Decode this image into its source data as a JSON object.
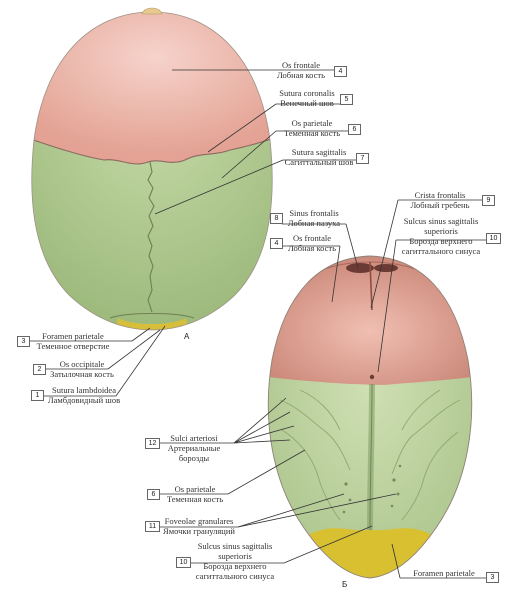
{
  "view_a": {
    "letter": "А",
    "labels": [
      {
        "num": "4",
        "latin": "Os frontale",
        "russian": "Лобная кость"
      },
      {
        "num": "5",
        "latin": "Sutura coronalis",
        "russian": "Венечный шов"
      },
      {
        "num": "6",
        "latin": "Os parietale",
        "russian": "Теменная кость"
      },
      {
        "num": "7",
        "latin": "Sutura sagittalis",
        "russian": "Сагиттальный шов"
      },
      {
        "num": "3",
        "latin": "Foramen parietale",
        "russian": "Теменное отверстие"
      },
      {
        "num": "2",
        "latin": "Os occipitale",
        "russian": "Затылочная кость"
      },
      {
        "num": "1",
        "latin": "Sutura lambdoidea",
        "russian": "Ламбдовидный шов"
      }
    ]
  },
  "view_b": {
    "letter": "Б",
    "labels": [
      {
        "num": "8",
        "latin": "Sinus frontalis",
        "russian": "Лобная пазуха"
      },
      {
        "num": "4",
        "latin": "Os frontale",
        "russian": "Лобная кость"
      },
      {
        "num": "9",
        "latin": "Crista frontalis",
        "russian": "Лобный гребень"
      },
      {
        "num": "10",
        "latin": "Sulcus sinus sagittalis superioris",
        "russian": "Борозда верхнего сагиттального синуса",
        "latin_lines": [
          "Sulcus sinus sagittalis",
          "superioris"
        ],
        "russian_lines": [
          "Борозда верхнего",
          "сагиттального синуса"
        ]
      },
      {
        "num": "12",
        "latin": "Sulci arteriosi",
        "russian": "Артериальные борозды",
        "russian_lines": [
          "Артериальные",
          "борозды"
        ]
      },
      {
        "num": "6",
        "latin": "Os parietale",
        "russian": "Теменная кость"
      },
      {
        "num": "11",
        "latin": "Foveolae granulares",
        "russian": "Ямочки грануляций"
      },
      {
        "num": "10",
        "latin": "Sulcus sinus sagittalis superioris",
        "russian": "Борозда верхнего сагиттального синуса",
        "latin_lines": [
          "Sulcus sinus sagittalis",
          "superioris"
        ],
        "russian_lines": [
          "Борозда верхнего",
          "сагиттального синуса"
        ]
      },
      {
        "num": "3",
        "latin": "Foramen parietale",
        "russian": ""
      }
    ]
  },
  "colors": {
    "frontal_bone": "#eab0a4",
    "parietal_bone": "#b4cc94",
    "occipital_bone": "#d9c23a",
    "leader_line": "#333333"
  }
}
